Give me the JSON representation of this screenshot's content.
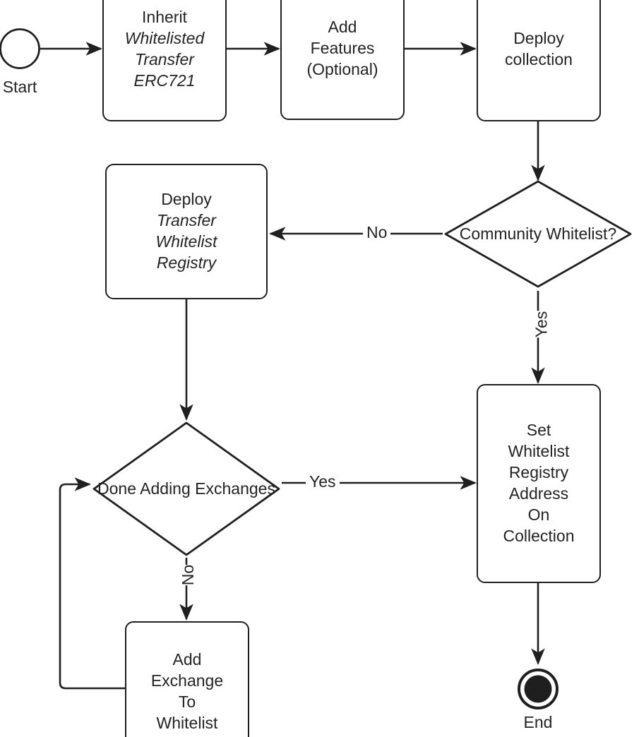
{
  "diagram": {
    "type": "flowchart",
    "orientation": "top-down",
    "title": "Whitelisted Transfer ERC721 deployment flow",
    "background_color": "#ffffff",
    "stroke_color": "#1f1f1f",
    "text_color": "#232323"
  },
  "nodes": {
    "start": {
      "id": "start",
      "shape": "circle",
      "label": "Start",
      "filled": false
    },
    "inherit": {
      "id": "inherit",
      "shape": "rounded-rect",
      "lines": [
        {
          "text": "Inherit",
          "italic": false
        },
        {
          "text": "Whitelisted",
          "italic": true
        },
        {
          "text": "Transfer",
          "italic": true
        },
        {
          "text": "ERC721",
          "italic": true
        }
      ]
    },
    "add_features": {
      "id": "add_features",
      "shape": "rounded-rect",
      "lines": [
        {
          "text": "Add",
          "italic": false
        },
        {
          "text": "Features",
          "italic": false
        },
        {
          "text": "(Optional)",
          "italic": false
        }
      ]
    },
    "deploy_collection": {
      "id": "deploy_collection",
      "shape": "rounded-rect",
      "lines": [
        {
          "text": "Deploy",
          "italic": false
        },
        {
          "text": "collection",
          "italic": false
        }
      ]
    },
    "community_whitelist": {
      "id": "community_whitelist",
      "shape": "diamond",
      "lines": [
        {
          "text": "Community",
          "italic": false
        },
        {
          "text": "Whitelist?",
          "italic": false
        }
      ]
    },
    "deploy_registry": {
      "id": "deploy_registry",
      "shape": "rounded-rect",
      "lines": [
        {
          "text": "Deploy",
          "italic": false
        },
        {
          "text": "Transfer",
          "italic": true
        },
        {
          "text": "Whitelist",
          "italic": true
        },
        {
          "text": "Registry",
          "italic": true
        }
      ]
    },
    "done_adding": {
      "id": "done_adding",
      "shape": "diamond",
      "lines": [
        {
          "text": "Done",
          "italic": false
        },
        {
          "text": "Adding",
          "italic": false
        },
        {
          "text": "Exchanges",
          "italic": false
        }
      ]
    },
    "add_exchange": {
      "id": "add_exchange",
      "shape": "rounded-rect",
      "lines": [
        {
          "text": "Add",
          "italic": false
        },
        {
          "text": "Exchange",
          "italic": false
        },
        {
          "text": "To",
          "italic": false
        },
        {
          "text": "Whitelist",
          "italic": false
        }
      ]
    },
    "set_registry_address": {
      "id": "set_registry_address",
      "shape": "rounded-rect",
      "lines": [
        {
          "text": "Set",
          "italic": false
        },
        {
          "text": "Whitelist",
          "italic": false
        },
        {
          "text": "Registry",
          "italic": false
        },
        {
          "text": "Address",
          "italic": false
        },
        {
          "text": "On",
          "italic": false
        },
        {
          "text": "Collection",
          "italic": false
        }
      ]
    },
    "end": {
      "id": "end",
      "shape": "double-circle",
      "label": "End",
      "filled": true
    }
  },
  "edges": [
    {
      "from": "start",
      "to": "inherit",
      "label": ""
    },
    {
      "from": "inherit",
      "to": "add_features",
      "label": ""
    },
    {
      "from": "add_features",
      "to": "deploy_collection",
      "label": ""
    },
    {
      "from": "deploy_collection",
      "to": "community_whitelist",
      "label": ""
    },
    {
      "from": "community_whitelist",
      "to": "deploy_registry",
      "label": "No"
    },
    {
      "from": "community_whitelist",
      "to": "set_registry_address",
      "label": "Yes"
    },
    {
      "from": "deploy_registry",
      "to": "done_adding",
      "label": ""
    },
    {
      "from": "done_adding",
      "to": "set_registry_address",
      "label": "Yes"
    },
    {
      "from": "done_adding",
      "to": "add_exchange",
      "label": "No"
    },
    {
      "from": "add_exchange",
      "to": "done_adding",
      "label": ""
    },
    {
      "from": "set_registry_address",
      "to": "end",
      "label": ""
    }
  ],
  "edge_labels": {
    "community_no": "No",
    "community_yes": "Yes",
    "done_yes": "Yes",
    "done_no": "No"
  }
}
